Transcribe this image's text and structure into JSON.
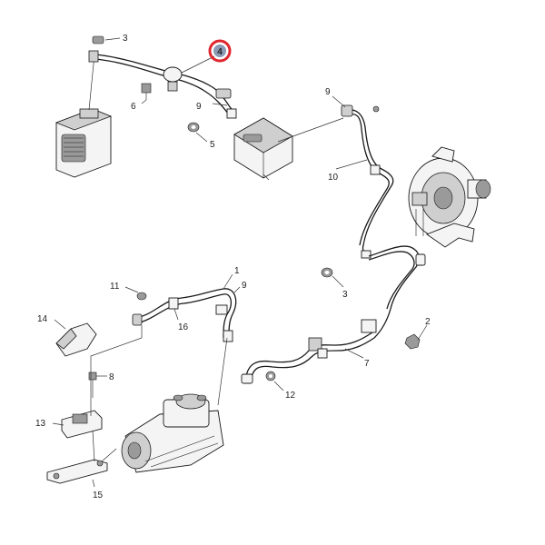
{
  "diagram": {
    "highlight_color": "#e0262e",
    "highlight_fill": "#8c9bb5",
    "callouts": [
      {
        "id": "c1",
        "label": "1"
      },
      {
        "id": "c2",
        "label": "2"
      },
      {
        "id": "c3a",
        "label": "3"
      },
      {
        "id": "c3b",
        "label": "3"
      },
      {
        "id": "c4",
        "label": "4",
        "highlighted": true
      },
      {
        "id": "c5",
        "label": "5"
      },
      {
        "id": "c6",
        "label": "6"
      },
      {
        "id": "c7",
        "label": "7"
      },
      {
        "id": "c8",
        "label": "8"
      },
      {
        "id": "c9a",
        "label": "9"
      },
      {
        "id": "c9b",
        "label": "9"
      },
      {
        "id": "c9c",
        "label": "9"
      },
      {
        "id": "c10",
        "label": "10"
      },
      {
        "id": "c11",
        "label": "11"
      },
      {
        "id": "c12",
        "label": "12"
      },
      {
        "id": "c13",
        "label": "13"
      },
      {
        "id": "c14",
        "label": "14"
      },
      {
        "id": "c15",
        "label": "15"
      },
      {
        "id": "c16",
        "label": "16"
      }
    ]
  }
}
